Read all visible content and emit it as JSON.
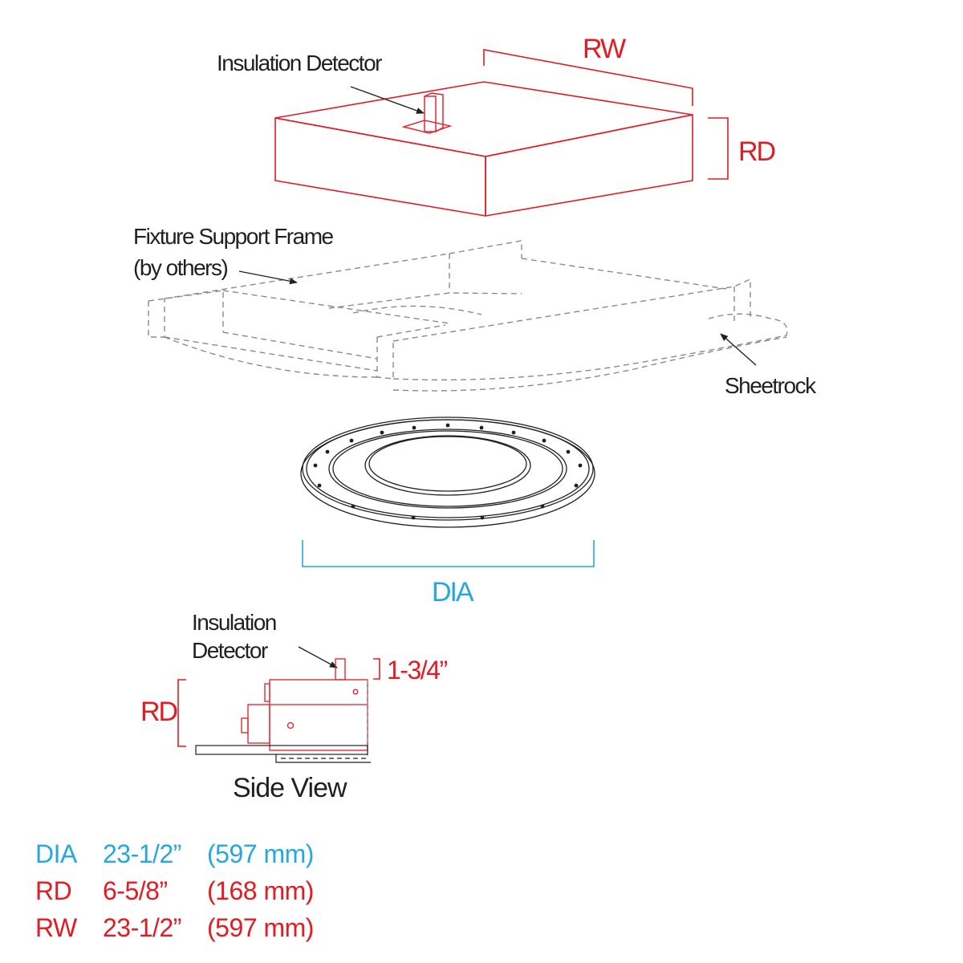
{
  "labels": {
    "insulation_detector_top": "Insulation Detector",
    "rw": "RW",
    "rd": "RD",
    "fixture_support_frame_line1": "Fixture Support Frame",
    "fixture_support_frame_line2": "(by others)",
    "sheetrock": "Sheetrock",
    "dia": "DIA",
    "side_insulation_line1": "Insulation",
    "side_insulation_line2": "Detector",
    "side_rd": "RD",
    "detector_height": "1-3/4”",
    "side_view": "Side View"
  },
  "legend": [
    {
      "code": "DIA",
      "inches": "23-1/2”",
      "mm": "(597 mm)",
      "color": "#27a7df"
    },
    {
      "code": "RD",
      "inches": "6-5/8”",
      "mm": "(168 mm)",
      "color": "#e31b23"
    },
    {
      "code": "RW",
      "inches": "23-1/2”",
      "mm": "(597 mm)",
      "color": "#e31b23"
    }
  ],
  "colors": {
    "housing": "#e31b23",
    "diameter": "#27a7df",
    "frame": "#8a8a8a",
    "trim": "#231f20"
  }
}
